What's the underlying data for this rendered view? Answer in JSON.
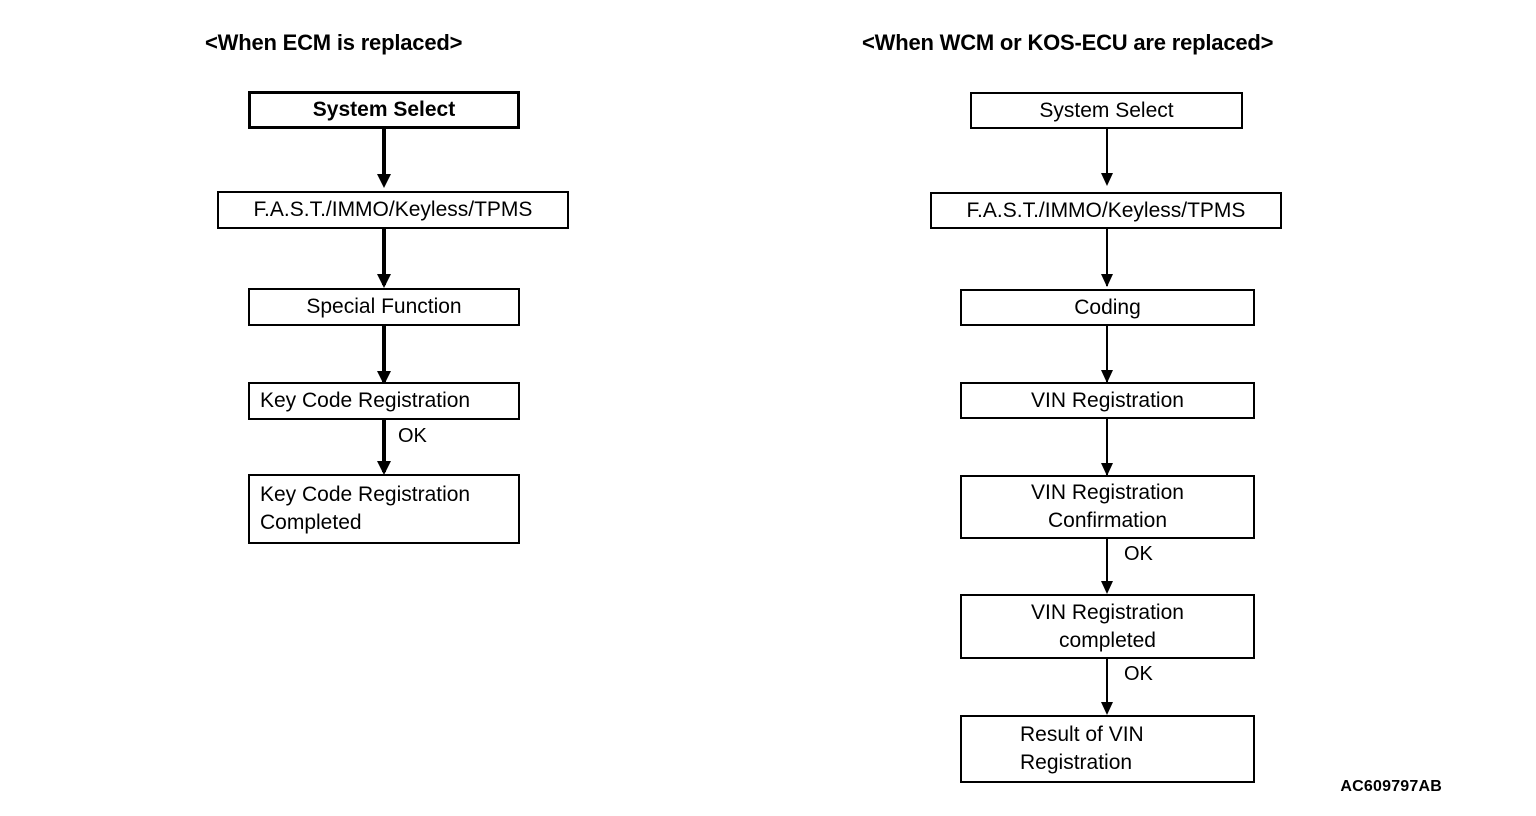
{
  "figure": {
    "code": "AC609797AB",
    "background": "#ffffff",
    "ink": "#000000"
  },
  "columns": [
    {
      "id": "ecm",
      "title": "<When ECM is replaced>",
      "emphasis": "bold",
      "nodes": [
        {
          "id": "system-select",
          "lines": [
            "System Select"
          ],
          "style": "bold-center-thick"
        },
        {
          "id": "fast-immo-keyless-tpms",
          "lines": [
            "F.A.S.T./IMMO/Keyless/TPMS"
          ],
          "style": "center"
        },
        {
          "id": "special-function",
          "lines": [
            "Special Function"
          ],
          "style": "center"
        },
        {
          "id": "key-code-registration",
          "lines": [
            "Key Code Registration"
          ],
          "style": "left"
        },
        {
          "id": "key-code-registration-completed",
          "lines": [
            "Key Code Registration",
            "Completed"
          ],
          "style": "left"
        }
      ],
      "edges": [
        {
          "from": "system-select",
          "to": "fast-immo-keyless-tpms",
          "label": ""
        },
        {
          "from": "fast-immo-keyless-tpms",
          "to": "special-function",
          "label": ""
        },
        {
          "from": "special-function",
          "to": "key-code-registration",
          "label": ""
        },
        {
          "from": "key-code-registration",
          "to": "key-code-registration-completed",
          "label": "OK"
        }
      ]
    },
    {
      "id": "wcm-kosecu",
      "title": "<When WCM or KOS-ECU are replaced>",
      "emphasis": "bold",
      "nodes": [
        {
          "id": "system-select-2",
          "lines": [
            "System Select"
          ],
          "style": "center"
        },
        {
          "id": "fast-immo-keyless-tpms-2",
          "lines": [
            "F.A.S.T./IMMO/Keyless/TPMS"
          ],
          "style": "center"
        },
        {
          "id": "coding",
          "lines": [
            "Coding"
          ],
          "style": "center"
        },
        {
          "id": "vin-registration",
          "lines": [
            "VIN Registration"
          ],
          "style": "center"
        },
        {
          "id": "vin-registration-confirmation",
          "lines": [
            "VIN Registration",
            "Confirmation"
          ],
          "style": "center"
        },
        {
          "id": "vin-registration-completed",
          "lines": [
            "VIN Registration",
            "completed"
          ],
          "style": "center"
        },
        {
          "id": "result-of-vin-registration",
          "lines": [
            "Result of VIN",
            "Registration"
          ],
          "style": "indent"
        }
      ],
      "edges": [
        {
          "from": "system-select-2",
          "to": "fast-immo-keyless-tpms-2",
          "label": ""
        },
        {
          "from": "fast-immo-keyless-tpms-2",
          "to": "coding",
          "label": ""
        },
        {
          "from": "coding",
          "to": "vin-registration",
          "label": ""
        },
        {
          "from": "vin-registration",
          "to": "vin-registration-confirmation",
          "label": ""
        },
        {
          "from": "vin-registration-confirmation",
          "to": "vin-registration-completed",
          "label": "OK"
        },
        {
          "from": "vin-registration-completed",
          "to": "result-of-vin-registration",
          "label": "OK"
        }
      ]
    }
  ],
  "labels": {
    "ok": "OK"
  }
}
